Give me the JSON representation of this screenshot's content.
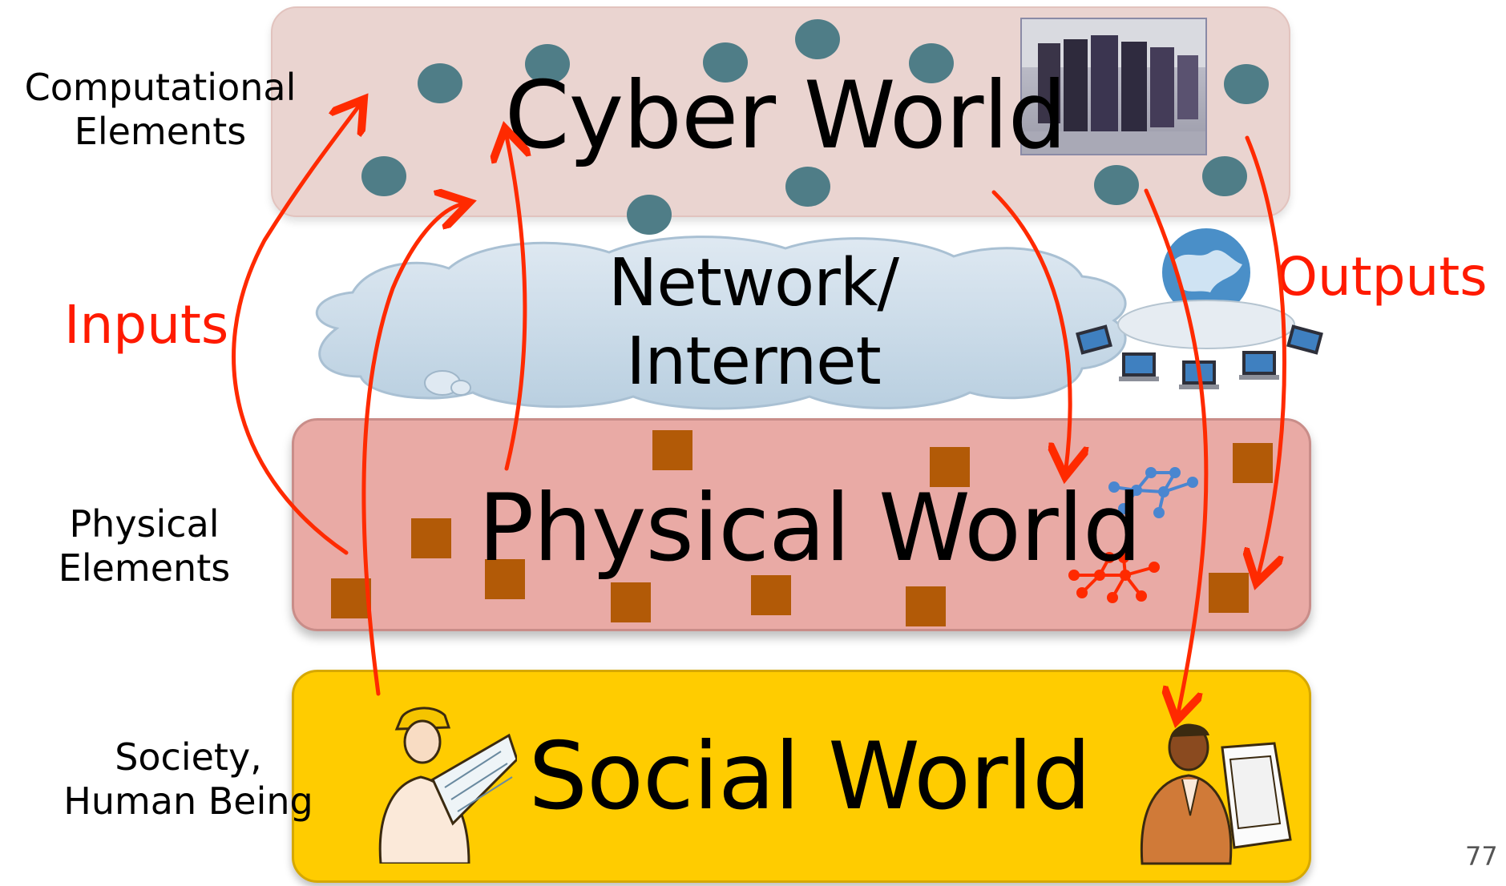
{
  "layers": {
    "cyber": "Cyber World",
    "network_line1": "Network/",
    "network_line2": "Internet",
    "physical": "Physical World",
    "social": "Social World"
  },
  "side_labels": {
    "computational_line1": "Computational",
    "computational_line2": "Elements",
    "physical_line1": "Physical",
    "physical_line2": "Elements",
    "society_line1": "Society,",
    "society_line2": "Human Being"
  },
  "flow_labels": {
    "inputs": "Inputs",
    "outputs": "Outputs"
  },
  "page_number": "77",
  "colors": {
    "arrow": "#ff2a00",
    "cyber_dot": "#4f7d87",
    "physical_square": "#b25a07",
    "social_band": "#ffcc00",
    "physical_band": "#e9aaa5",
    "cyber_band": "#ead4d0"
  },
  "icons": {
    "server_room": "server-room-photo",
    "network_globe": "globe-laptops-icon",
    "cloud": "cloud-shape",
    "engineer": "engineer-with-blueprints-icon",
    "office_worker": "office-worker-at-computer-icon",
    "blue_network": "blue-node-network-icon",
    "red_network": "red-node-network-icon"
  }
}
